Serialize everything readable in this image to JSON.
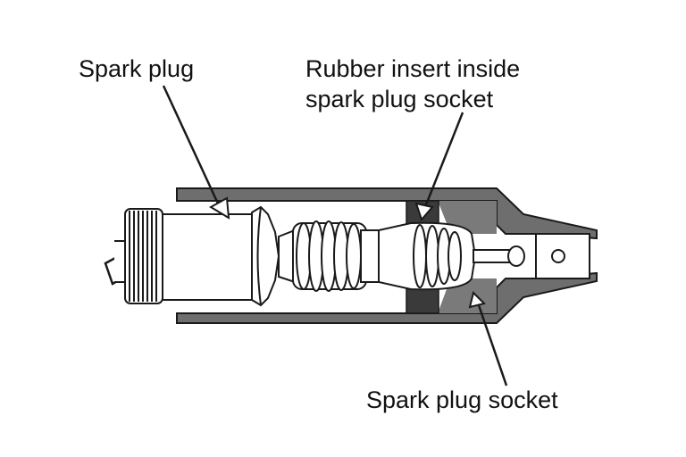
{
  "labels": {
    "spark_plug": "Spark plug",
    "rubber_insert_line1": "Rubber insert inside",
    "rubber_insert_line2": "spark plug socket",
    "spark_plug_socket": "Spark plug socket"
  },
  "colors": {
    "outline": "#1a1a1a",
    "socket_gray": "#6e6e6e",
    "rubber_dark": "#3a3a3a",
    "background": "#ffffff"
  }
}
